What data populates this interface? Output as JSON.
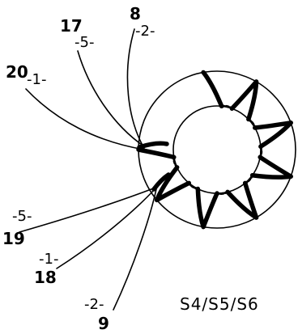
{
  "labels": {
    "l17": "17",
    "l17_code": "-5-",
    "l8": "8",
    "l8_code": "-2-",
    "l20": "20",
    "l20_code": "-1-",
    "l19_code": "-5-",
    "l19": "19",
    "l18_code": "-1-",
    "l18": "18",
    "l9_code": "-2-",
    "l9": "9"
  },
  "caption": "S4/S5/S6"
}
